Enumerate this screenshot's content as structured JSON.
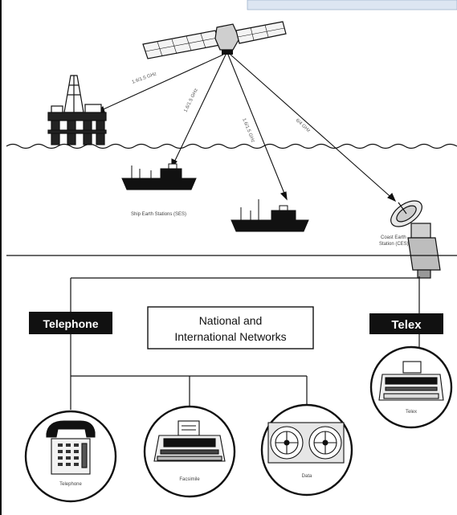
{
  "labels": {
    "freq_rig": "1.6/1.5 GHz",
    "freq_ship1": "1.6/1.5 GHz",
    "freq_ship2": "1.6/1.5 GHz",
    "freq_ces": "6/4 GHz",
    "ship_stations": "Ship Earth Stations (SES)",
    "coast_station_line1": "Coast Earth",
    "coast_station_line2": "Station (CES)",
    "telephone_box": "Telephone",
    "networks_line1": "National and",
    "networks_line2": "International Networks",
    "telex_box": "Telex",
    "telephone_device": "Telephone",
    "facsimile_device": "Facsimile",
    "data_device": "Data",
    "telex_device": "Telex"
  },
  "colors": {
    "ink": "#111111",
    "box_fill": "#111111",
    "box_text": "#ffffff",
    "header_band": "#dde6f2",
    "background": "#ffffff"
  }
}
